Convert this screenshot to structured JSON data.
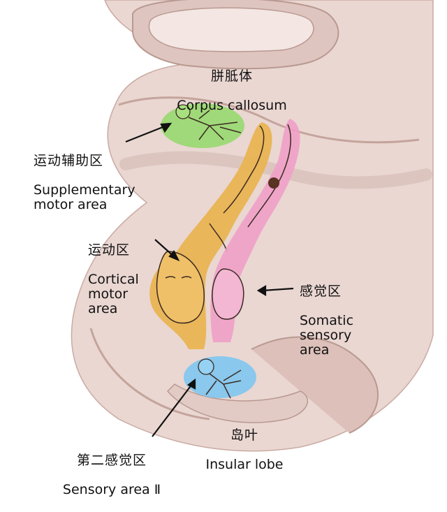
{
  "labels": {
    "corpus_callosum": {
      "zh": "胼胝体",
      "en": "Corpus callosum"
    },
    "supplementary_motor": {
      "zh": "运动辅助区",
      "en": "Supplementary\nmotor area"
    },
    "cortical_motor": {
      "zh": "运动区",
      "en": "Cortical\nmotor\narea"
    },
    "somatic_sensory": {
      "zh": "感觉区",
      "en": "Somatic\nsensory\narea"
    },
    "insular_lobe": {
      "zh": "岛叶",
      "en": "Insular lobe"
    },
    "sensory_area_2": {
      "zh": "第二感觉区",
      "en": "Sensory area Ⅱ"
    }
  },
  "colors": {
    "brain_fill": "#ead7d2",
    "brain_dark": "#d6bcb5",
    "brain_outline": "#b89990",
    "motor": "#e9b24d",
    "sensory": "#efa0c7",
    "supplementary": "#93d96a",
    "insula_blue": "#7fc6ef",
    "figure_line": "#3a2a22"
  }
}
